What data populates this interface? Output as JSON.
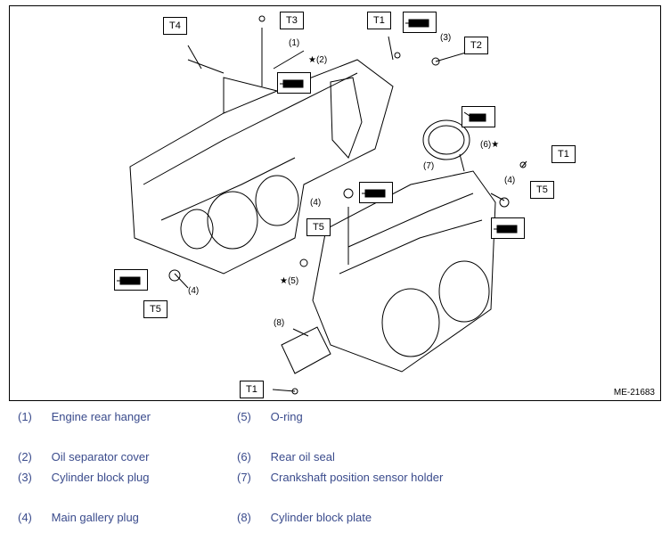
{
  "torque_tags": [
    "T4",
    "T3",
    "T1",
    "T2",
    "T1",
    "T5",
    "T5",
    "T5",
    "T1"
  ],
  "callouts": [
    "(1)",
    "★(2)",
    "(3)",
    "(6)★",
    "(7)",
    "(4)",
    "(4)",
    "(4)",
    "★(5)",
    "(8)"
  ],
  "figure_code": "ME-21683",
  "legend": [
    {
      "num": "(1)",
      "label": "Engine rear hanger"
    },
    {
      "num": "(2)",
      "label": "Oil separator cover"
    },
    {
      "num": "(3)",
      "label": "Cylinder block plug"
    },
    {
      "num": "(4)",
      "label": "Main gallery plug"
    },
    {
      "num": "(5)",
      "label": "O-ring"
    },
    {
      "num": "(6)",
      "label": "Rear oil seal"
    },
    {
      "num": "(7)",
      "label": "Crankshaft position sensor holder"
    },
    {
      "num": "(8)",
      "label": "Cylinder block plate"
    }
  ],
  "colors": {
    "legend_text": "#3a4b8c",
    "line": "#000000"
  },
  "icons": [
    "sealant-tube-icon",
    "oil-can-icon"
  ]
}
